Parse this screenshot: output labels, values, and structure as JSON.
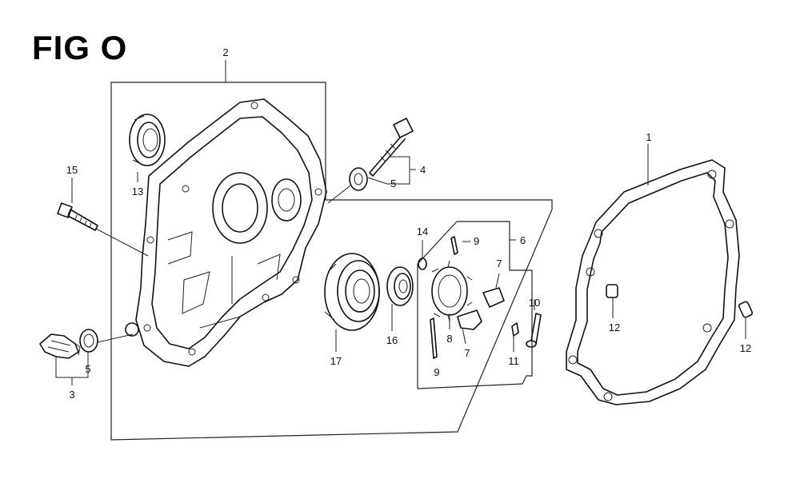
{
  "figure": {
    "title": "FIG O"
  },
  "callouts": [
    {
      "id": "c1",
      "text": "1"
    },
    {
      "id": "c2",
      "text": "2"
    },
    {
      "id": "c3",
      "text": "3"
    },
    {
      "id": "c4",
      "text": "4"
    },
    {
      "id": "c5a",
      "text": "5"
    },
    {
      "id": "c5b",
      "text": "5"
    },
    {
      "id": "c6",
      "text": "6"
    },
    {
      "id": "c7a",
      "text": "7"
    },
    {
      "id": "c7b",
      "text": "7"
    },
    {
      "id": "c8",
      "text": "8"
    },
    {
      "id": "c9a",
      "text": "9"
    },
    {
      "id": "c9b",
      "text": "9"
    },
    {
      "id": "c10",
      "text": "10"
    },
    {
      "id": "c11",
      "text": "11"
    },
    {
      "id": "c12a",
      "text": "12"
    },
    {
      "id": "c12b",
      "text": "12"
    },
    {
      "id": "c13",
      "text": "13"
    },
    {
      "id": "c14",
      "text": "14"
    },
    {
      "id": "c15",
      "text": "15"
    },
    {
      "id": "c16",
      "text": "16"
    },
    {
      "id": "c17",
      "text": "17"
    }
  ]
}
